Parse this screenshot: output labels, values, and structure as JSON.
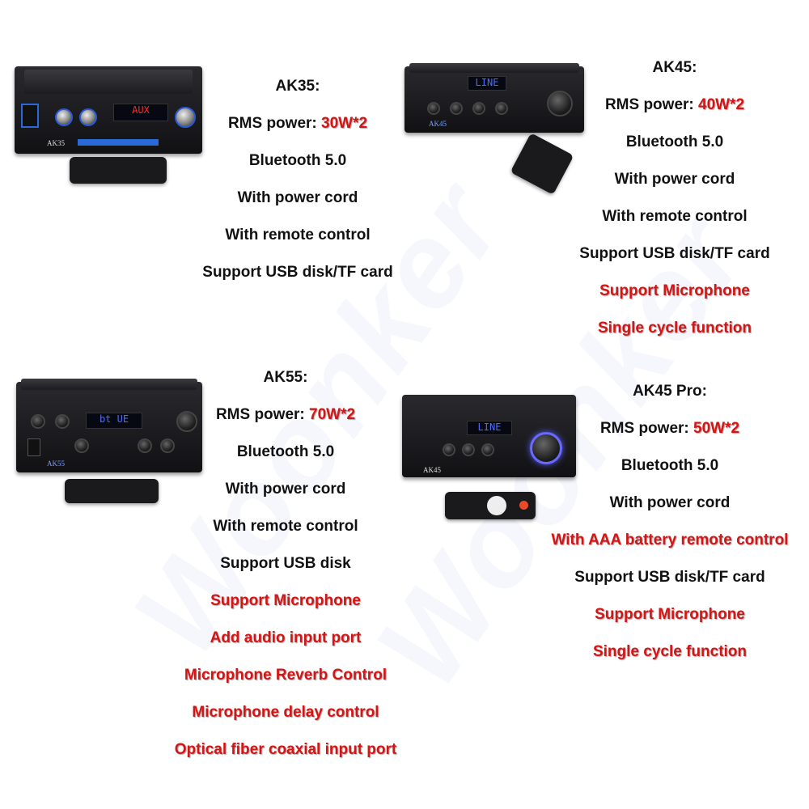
{
  "watermark": "Woonker",
  "colors": {
    "highlight": "#d41515",
    "text": "#111111"
  },
  "products": [
    {
      "model": "AK35:",
      "rms_label": "RMS power: ",
      "rms_value": "30W*2",
      "features": [
        "Bluetooth 5.0",
        "With power cord",
        "With remote control",
        "Support USB disk/TF card"
      ],
      "red_features": [],
      "device_label": "AK35",
      "display": "AUX"
    },
    {
      "model": "AK45:",
      "rms_label": "RMS power: ",
      "rms_value": "40W*2",
      "features": [
        "Bluetooth 5.0",
        "With power cord",
        "With remote control",
        "Support USB disk/TF card"
      ],
      "red_features": [
        "Support Microphone",
        "Single cycle function"
      ],
      "device_label": "AK45",
      "display": "LINE"
    },
    {
      "model": "AK55:",
      "rms_label": "RMS power: ",
      "rms_value": "70W*2",
      "features": [
        "Bluetooth 5.0",
        "With power cord",
        "With remote control",
        "Support USB disk"
      ],
      "red_features": [
        "Support Microphone",
        "Add audio input port",
        "Microphone Reverb Control",
        "Microphone delay control",
        "Optical fiber coaxial input port"
      ],
      "device_label": "AK55",
      "display": "bt UE"
    },
    {
      "model": "AK45 Pro:",
      "rms_label": "RMS power: ",
      "rms_value": "50W*2",
      "features": [
        "Bluetooth 5.0",
        "With power cord"
      ],
      "red_features_mid": [
        "With AAA battery remote control"
      ],
      "features2": [
        "Support USB disk/TF card"
      ],
      "red_features": [
        "Support Microphone",
        "Single cycle function"
      ],
      "device_label": "AK45",
      "display": "LINE"
    }
  ]
}
